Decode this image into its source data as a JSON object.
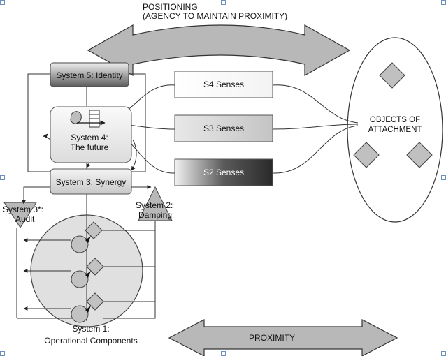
{
  "positioning": {
    "line1": "POSITIONING",
    "line2": "(AGENCY TO MAINTAIN PROXIMITY)"
  },
  "proximity": {
    "label": "PROXIMITY"
  },
  "objects": {
    "line1": "OBJECTS OF",
    "line2": "ATTACHMENT"
  },
  "senses": {
    "s4": "S4 Senses",
    "s3": "S3 Senses",
    "s2": "S2 Senses"
  },
  "systems": {
    "s5": "System 5: Identity",
    "s4_line1": "System 4:",
    "s4_line2": "The future",
    "s3": "System 3: Synergy",
    "s3star_line1": "System 3*:",
    "s3star_line2": "Audit",
    "s2_line1": "System 2:",
    "s2_line2": "Damping",
    "s1_line1": "System 1:",
    "s1_line2": "Operational Components"
  },
  "colors": {
    "arrow_fill": "#b8b8b8",
    "gray_box": "#d4d4d4",
    "dark_box": "#3a3a3a",
    "line": "#333333"
  }
}
